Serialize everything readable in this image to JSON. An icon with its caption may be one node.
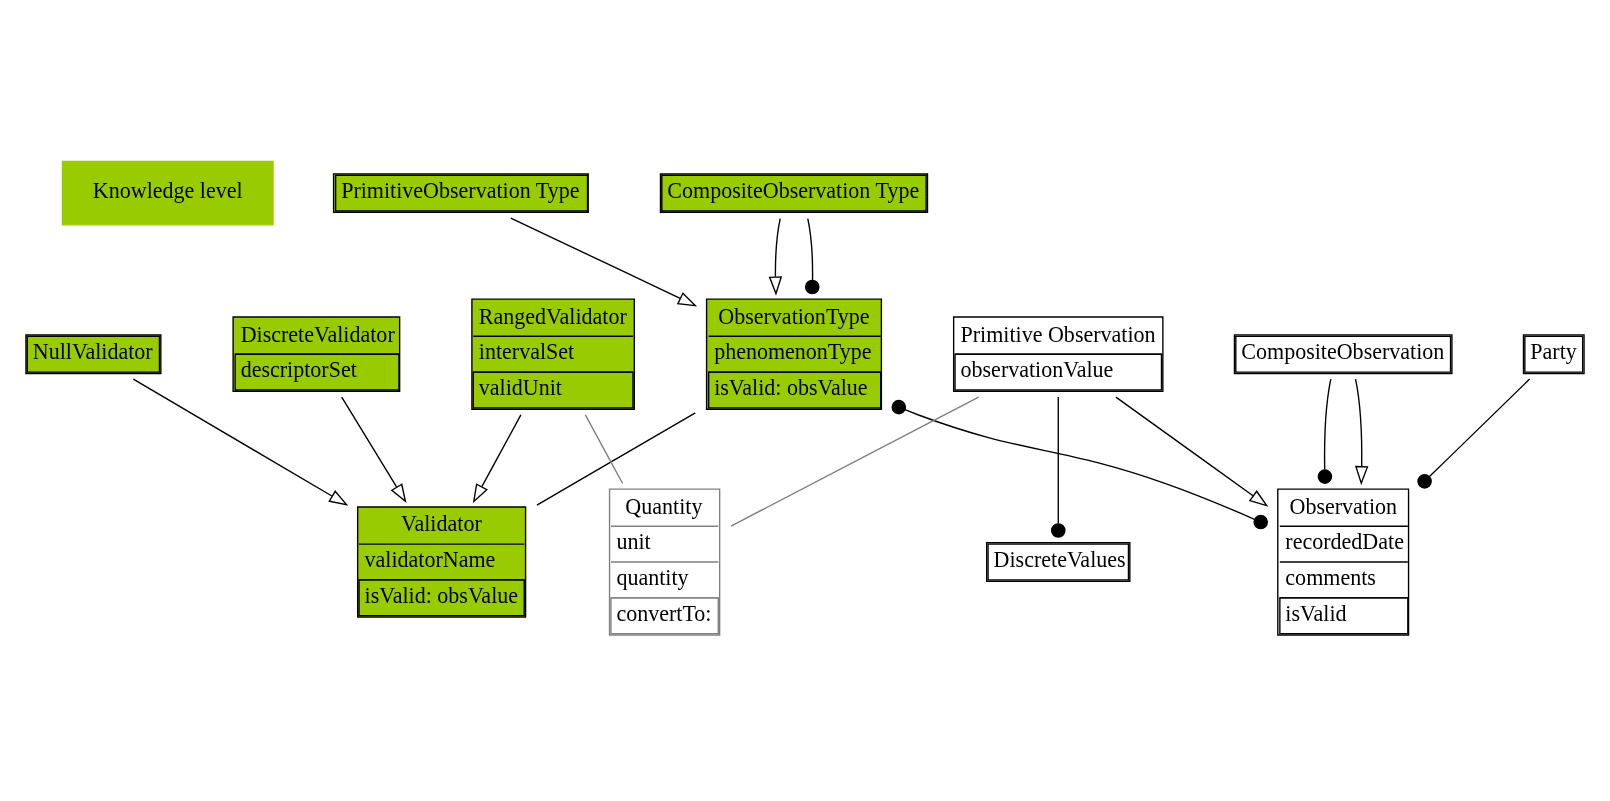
{
  "diagram": {
    "nodes": [
      {
        "text": [
          "Knowledge level"
        ]
      },
      {
        "text": [
          "Validator",
          "validatorName",
          "isValid: obsValue"
        ]
      },
      {
        "text": [
          "ObservationType",
          "phenomenonType",
          "isValid: obsValue"
        ]
      },
      {
        "text": [
          "DiscreteValidator",
          "descriptorSet"
        ]
      },
      {
        "text": [
          "RangedValidator",
          "intervalSet",
          "validUnit"
        ]
      },
      {
        "text": [
          "NullValidator"
        ]
      },
      {
        "text": [
          "PrimitiveObservation Type"
        ]
      },
      {
        "text": [
          "CompositeObservation Type"
        ]
      },
      {
        "text": [
          "Party"
        ]
      },
      {
        "text": [
          "Observation",
          "recordedDate",
          "comments",
          "isValid"
        ]
      },
      {
        "text": [
          "CompositeObservation"
        ]
      },
      {
        "text": [
          "Primitive Observation",
          "observationValue"
        ]
      },
      {
        "text": [
          "Quantity",
          "unit",
          "quantity",
          "convertTo:"
        ]
      },
      {
        "text": [
          "DiscreteValues"
        ]
      }
    ],
    "edges": [
      {
        "from": 2,
        "to": 1,
        "arrow": "none"
      },
      {
        "from": 3,
        "to": 1,
        "arrow": "to"
      },
      {
        "from": 4,
        "to": 1,
        "arrow": "to"
      },
      {
        "from": 5,
        "to": 1,
        "arrow": "to"
      },
      {
        "from": 6,
        "to": 2,
        "arrow": "to"
      },
      {
        "from": 7,
        "to": 2,
        "arrow": "to"
      },
      {
        "from": 2,
        "to": 9,
        "arrow": "other"
      },
      {
        "from": 7,
        "to": 2,
        "arrow": "other"
      },
      {
        "from": 8,
        "to": 9,
        "arrow": "other"
      },
      {
        "from": 10,
        "to": 9,
        "arrow": "other"
      },
      {
        "from": 10,
        "to": 9,
        "arrow": "to"
      },
      {
        "from": 11,
        "to": 9,
        "arrow": "to"
      },
      {
        "from": 4,
        "to": 12,
        "arrow": "none",
        "color": "#808080"
      },
      {
        "from": 11,
        "to": 12,
        "arrow": "none",
        "color": "#808080"
      },
      {
        "from": 11,
        "to": 13,
        "arrow": "other"
      }
    ]
  }
}
